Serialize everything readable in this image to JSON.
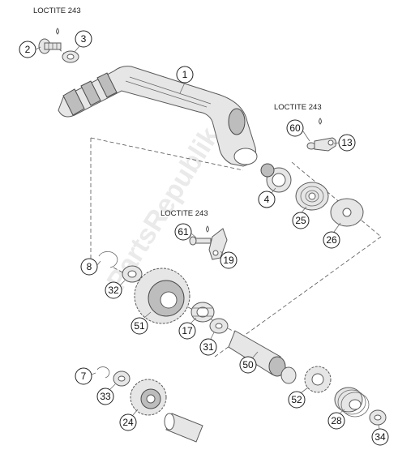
{
  "diagram": {
    "watermark": "PartsRepublik",
    "loctite_labels": [
      "LOCTITE 243",
      "LOCTITE 243",
      "LOCTITE 243"
    ],
    "callouts": [
      "1",
      "2",
      "3",
      "4",
      "7",
      "8",
      "13",
      "17",
      "19",
      "24",
      "25",
      "26",
      "28",
      "31",
      "32",
      "33",
      "34",
      "50",
      "51",
      "52",
      "60",
      "61"
    ],
    "colors": {
      "line": "#5a5a5a",
      "part_fill": "#e6e6e6",
      "watermark": "#d8d8d8"
    }
  }
}
